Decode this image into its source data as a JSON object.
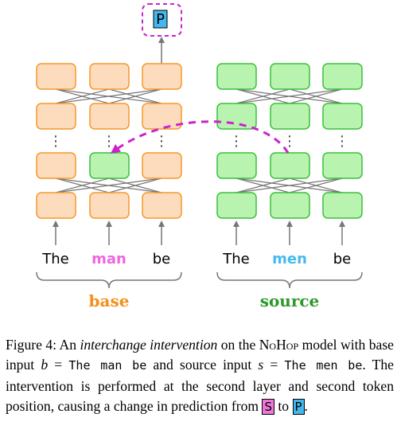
{
  "colors": {
    "base_fill": "#fddcbd",
    "base_stroke": "#f5982b",
    "source_fill": "#b8f4b0",
    "source_stroke": "#3cbf3c",
    "intervention": "#cc22cc",
    "edge": "#777777",
    "man": "#ee66dd",
    "men": "#44bbee",
    "base_label": "#f48f1a",
    "source_label": "#2b9a2b",
    "s_swatch": "#ee77dd",
    "p_swatch": "#44b8ee"
  },
  "output": {
    "label": "P"
  },
  "base": {
    "tokens": [
      "The",
      "man",
      "be"
    ],
    "label": "base"
  },
  "source": {
    "tokens": [
      "The",
      "men",
      "be"
    ],
    "label": "source"
  },
  "ellipsis": "⋮",
  "caption": {
    "prefix": "Figure 4: An ",
    "emph": "interchange intervention",
    "mid1": " on the ",
    "model": "NoHop",
    "mid2": " model with base input ",
    "b_var": "b",
    "eq1": " = ",
    "base_input": "The man be",
    "mid3": " and source input ",
    "s_var": "s",
    "eq2": " = ",
    "source_input": "The men be",
    "mid4": ". The intervention is performed at the second layer and second token position, causing a change in prediction from ",
    "from_label": "S",
    "to_word": " to ",
    "to_label": "P",
    "end": "."
  }
}
